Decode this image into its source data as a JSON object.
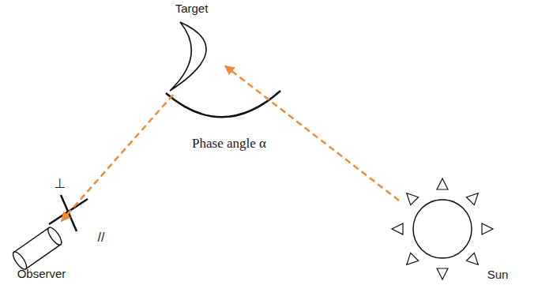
{
  "diagram": {
    "nodes": [
      {
        "text": [
          "Target"
        ]
      },
      {
        "text": [
          "Observer"
        ]
      },
      {
        "text": [
          "Sun"
        ]
      }
    ],
    "edges": [
      {
        "from": 2,
        "to": 0,
        "arrow": "to"
      },
      {
        "from": 0,
        "to": 1,
        "arrow": "to"
      }
    ],
    "labels": [
      "Phase angle α",
      "⊥",
      "//"
    ]
  }
}
